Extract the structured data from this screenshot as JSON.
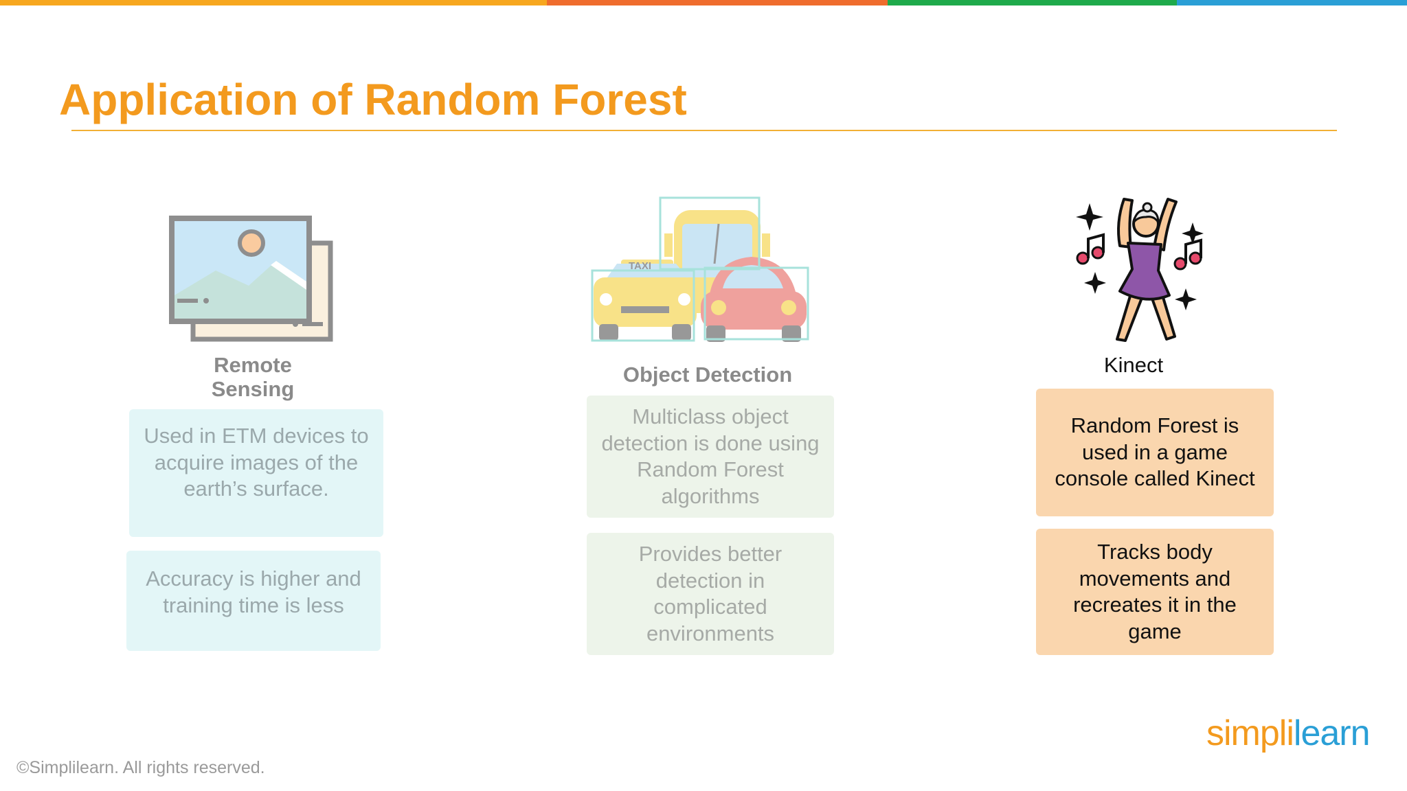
{
  "colors": {
    "accent": "#F39A1E",
    "top_bar": [
      "#F7A71F",
      "#EF6C2D",
      "#1FAA4B",
      "#2A9FD6"
    ]
  },
  "slide": {
    "title": "Application of Random Forest"
  },
  "columns": [
    {
      "heading_line1": "Remote",
      "heading_line2": "Sensing",
      "icon": "landscape-photo-icon",
      "cards": [
        "Used in ETM devices to acquire images of the earth’s surface.",
        "Accuracy is higher and training time is less"
      ]
    },
    {
      "heading": "Object Detection",
      "icon": "vehicle-detection-icon",
      "icon_label": "TAXI",
      "cards": [
        "Multiclass object detection is done using Random Forest algorithms",
        "Provides better detection in complicated environments"
      ]
    },
    {
      "heading": "Kinect",
      "icon": "dancing-person-icon",
      "cards": [
        "Random Forest is used in a game console called Kinect",
        "Tracks body movements and recreates it in the game"
      ]
    }
  ],
  "footer": {
    "copyright": "©Simplilearn. All rights reserved."
  },
  "logo": {
    "part1": "simpli",
    "part2": "learn"
  }
}
